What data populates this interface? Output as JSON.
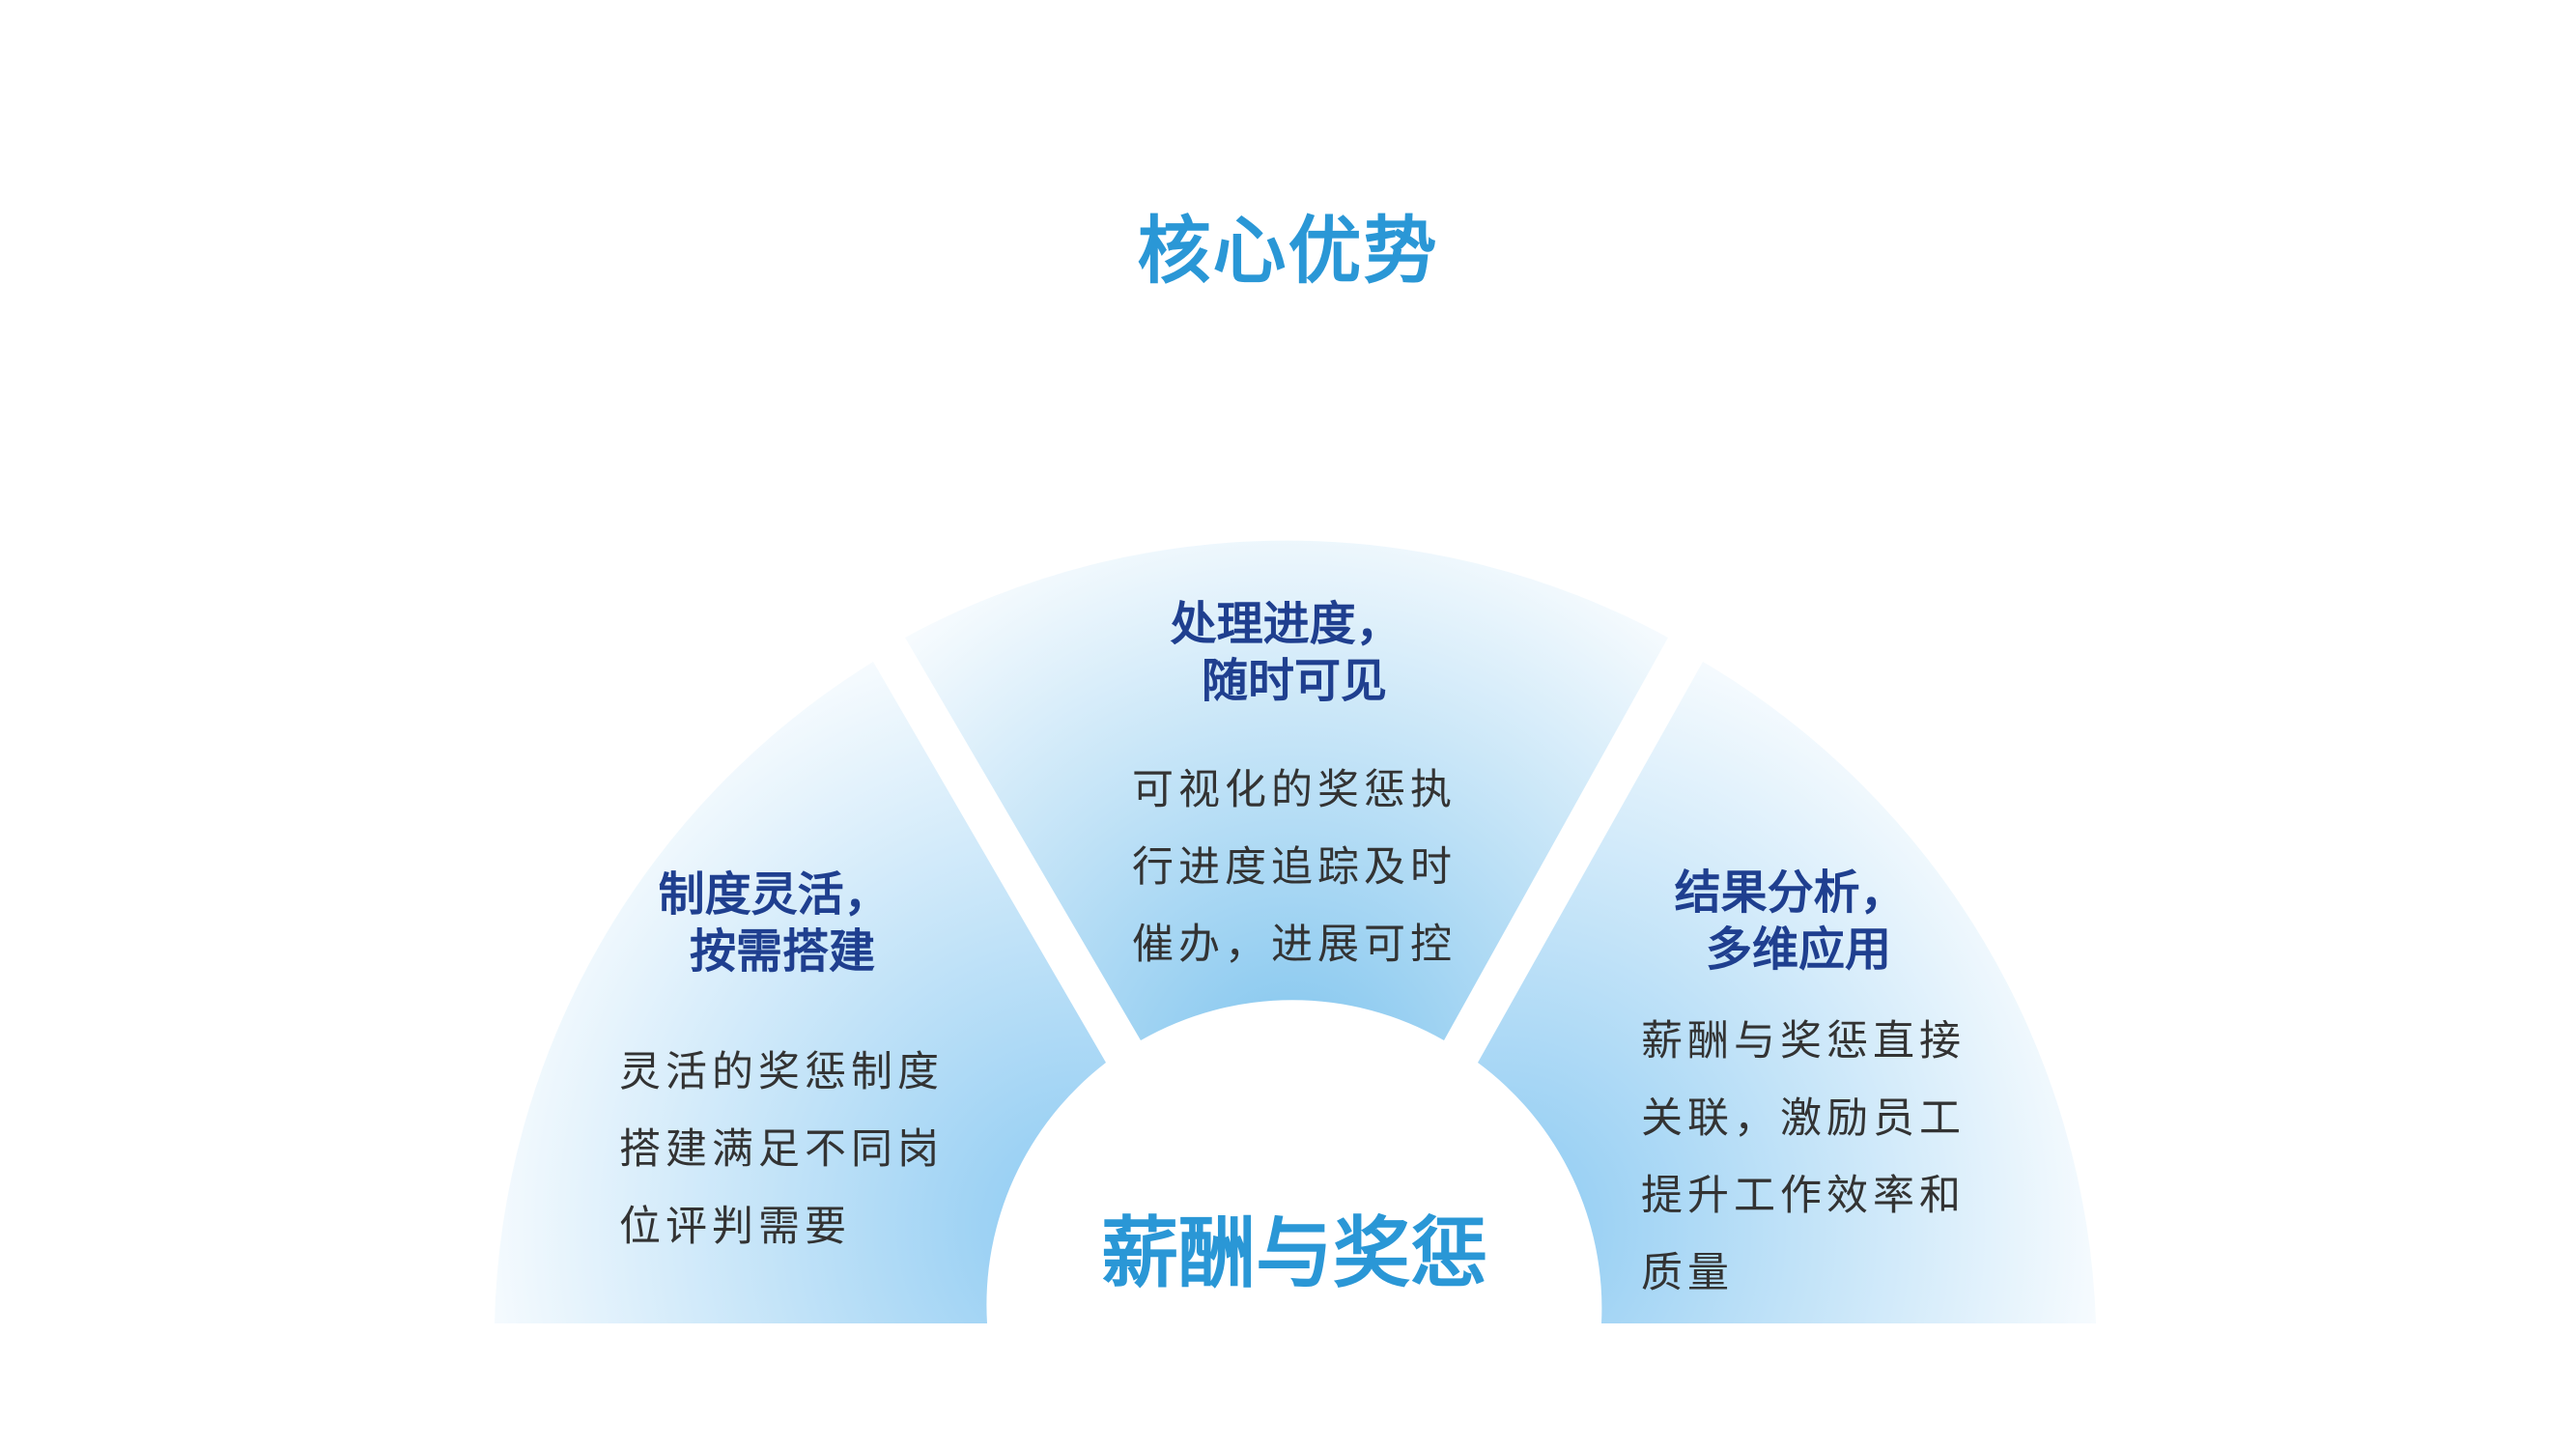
{
  "title": "核心优势",
  "center": {
    "label": "薪酬与奖惩"
  },
  "segments": [
    {
      "id": "left",
      "title_lines": [
        "制度灵活，",
        "按需搭建"
      ],
      "body_lines": [
        "灵活的奖惩制度",
        "搭建满足不同岗",
        "位评判需要"
      ]
    },
    {
      "id": "middle",
      "title_lines": [
        "处理进度，",
        "随时可见"
      ],
      "body_lines": [
        "可视化的奖惩执",
        "行进度追踪及时",
        "催办，进展可控"
      ]
    },
    {
      "id": "right",
      "title_lines": [
        "结果分析，",
        "多维应用"
      ],
      "body_lines": [
        "薪酬与奖惩直接",
        "关联，激励员工",
        "提升工作效率和",
        "质量"
      ]
    }
  ],
  "colors": {
    "title": "#2a97d6",
    "segment_title": "#1f3f8f",
    "segment_body": "#333333",
    "segment_light": "#ffffff",
    "segment_dark": "#7cc3ee"
  }
}
